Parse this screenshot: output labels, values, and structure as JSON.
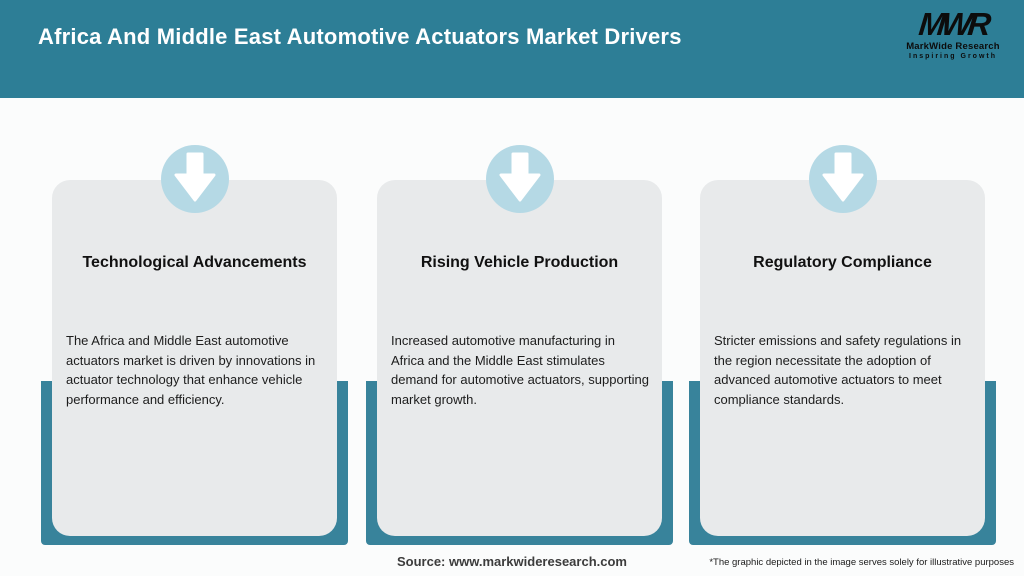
{
  "header": {
    "title": "Africa And Middle East Automotive Actuators Market Drivers",
    "logo": {
      "acronym": "MWR",
      "name": "MarkWide Research",
      "tagline": "Inspiring Growth"
    }
  },
  "cards": [
    {
      "title": "Technological Advancements",
      "description": "The Africa and Middle East automotive actuators market is driven by innovations in actuator technology that enhance vehicle performance and efficiency."
    },
    {
      "title": "Rising Vehicle Production",
      "description": "Increased automotive manufacturing in Africa and the Middle East stimulates demand for automotive actuators, supporting market growth."
    },
    {
      "title": "Regulatory Compliance",
      "description": "Stricter emissions and safety regulations in the region necessitate the adoption of advanced automotive actuators to meet compliance standards."
    }
  ],
  "footer": {
    "source": "Source: www.markwideresearch.com",
    "disclaimer": "*The graphic depicted in the image serves solely for illustrative purposes"
  },
  "colors": {
    "header_teal": "#2d7e96",
    "pillar_teal": "#38839b",
    "circle_blue": "#b5d9e5",
    "card_gray": "#e8eaeb"
  }
}
